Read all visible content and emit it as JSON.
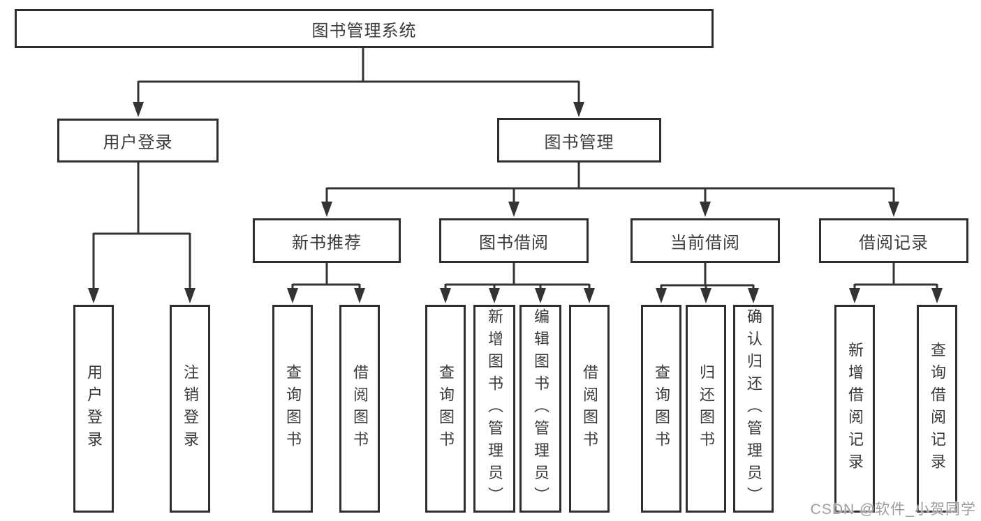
{
  "diagram_type": "hierarchy-tree",
  "tree": {
    "label": "图书管理系统",
    "children": [
      {
        "label": "用户登录",
        "children": [
          {
            "label": "用户登录"
          },
          {
            "label": "注销登录"
          }
        ]
      },
      {
        "label": "图书管理",
        "children": [
          {
            "label": "新书推荐",
            "children": [
              {
                "label": "查询图书"
              },
              {
                "label": "借阅图书"
              }
            ]
          },
          {
            "label": "图书借阅",
            "children": [
              {
                "label": "查询图书"
              },
              {
                "label": "新增图书（管理员）"
              },
              {
                "label": "编辑图书（管理员）"
              },
              {
                "label": "借阅图书"
              }
            ]
          },
          {
            "label": "当前借阅",
            "children": [
              {
                "label": "查询图书"
              },
              {
                "label": "归还图书"
              },
              {
                "label": "确认归还（管理员）"
              }
            ]
          },
          {
            "label": "借阅记录",
            "children": [
              {
                "label": "新增借阅记录"
              },
              {
                "label": "查询借阅记录"
              }
            ]
          }
        ]
      }
    ]
  },
  "watermark": {
    "text": "CSDN @软件_小贺同学"
  },
  "colors": {
    "line": "#333333",
    "box_border": "#2e2e2e",
    "text": "#3a3a3a",
    "background": "#ffffff",
    "watermark_text": "#9d9d9d"
  }
}
